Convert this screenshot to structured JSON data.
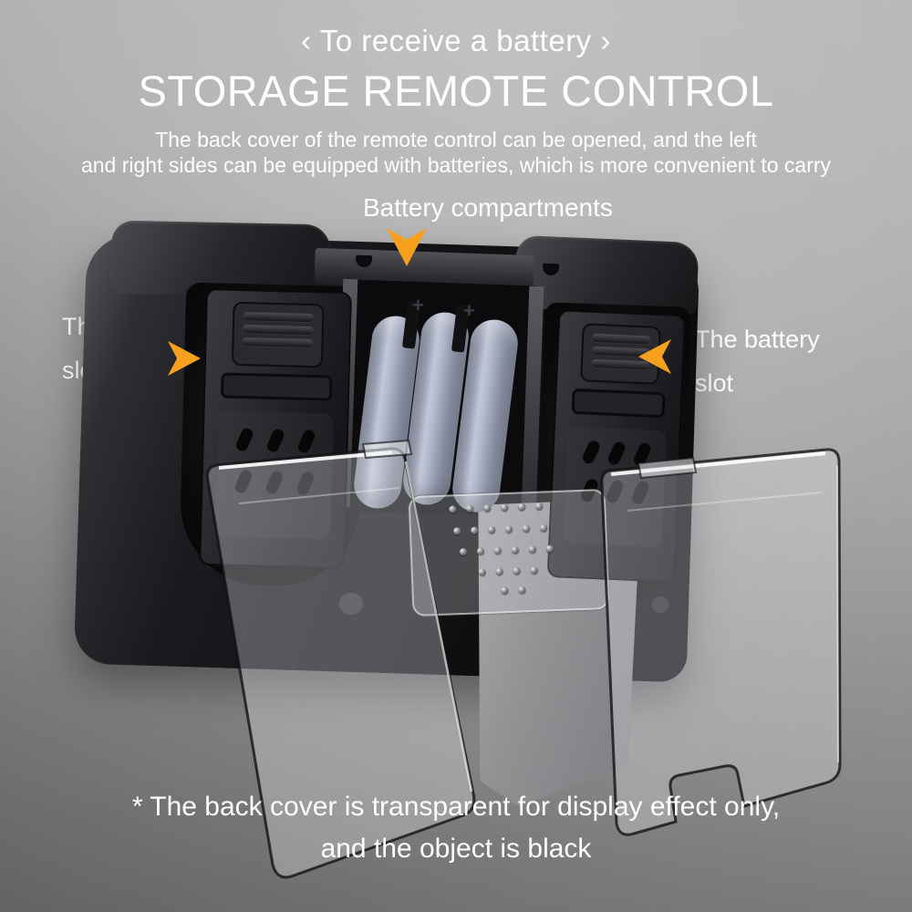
{
  "colors": {
    "accent_orange": "#F7A01E",
    "battery_blue": "#AAB0C3",
    "device_black": "#121215",
    "text_white": "#FFFFFF"
  },
  "header": {
    "tagline": "‹ To receive a battery ›",
    "title": "STORAGE REMOTE CONTROL",
    "desc1": "The back cover of the remote control can be opened, and the left",
    "desc2": "and right sides can be equipped with batteries, which is more convenient to carry"
  },
  "labels": {
    "compartments": "Battery compartments",
    "left_slot": {
      "line1": "The battery",
      "line2": "slot"
    },
    "right_slot": {
      "line1": "The battery",
      "line2": "slot"
    }
  },
  "footnote": {
    "line1": "* The back cover is transparent for display effect only,",
    "line2": "and the object is black"
  }
}
